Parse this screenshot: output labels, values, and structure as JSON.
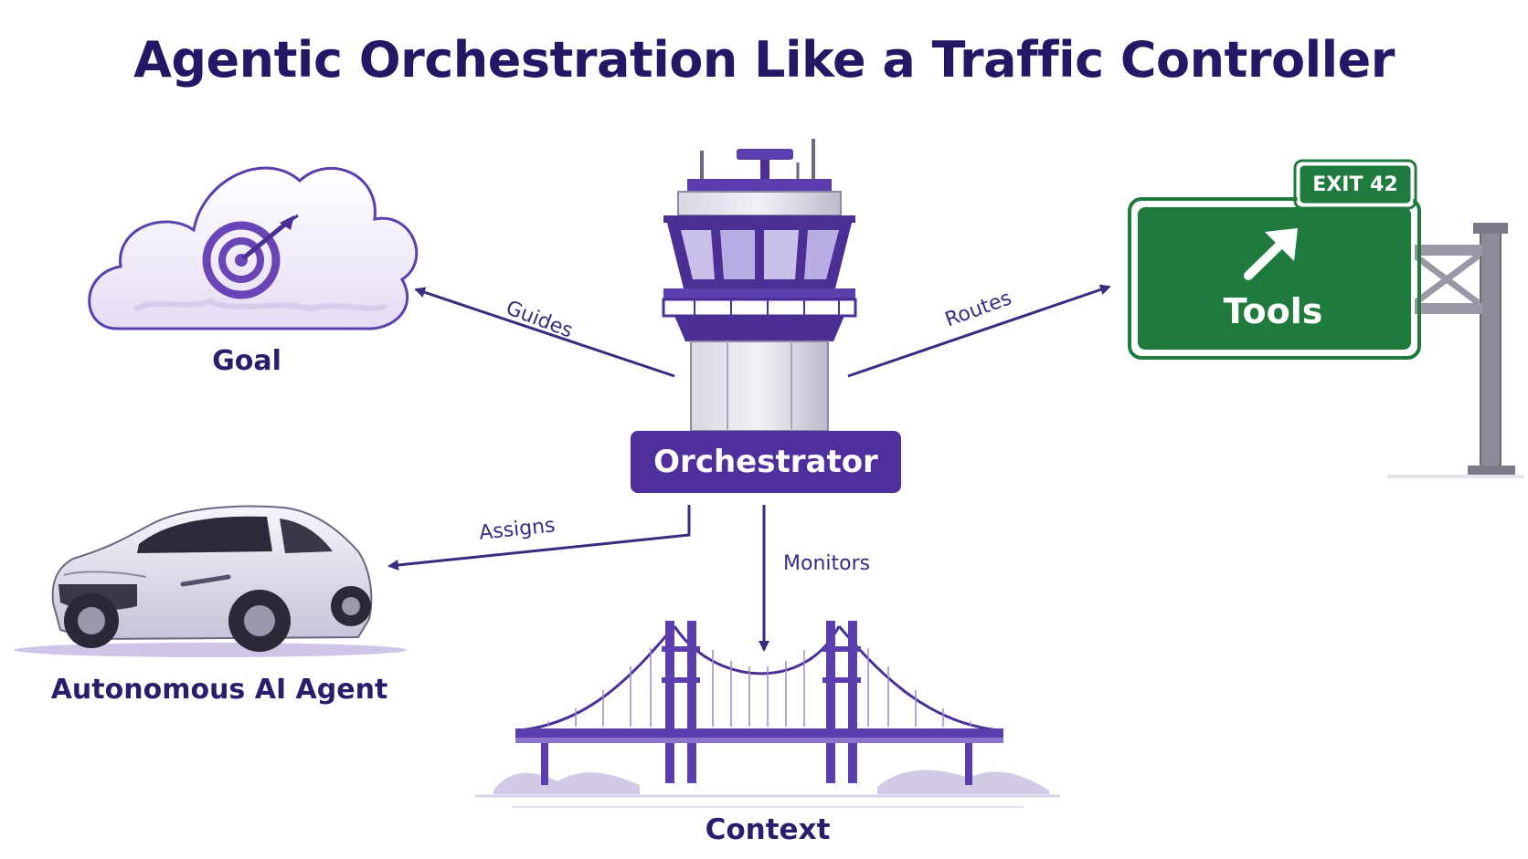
{
  "title": "Agentic Orchestration Like a Traffic Controller",
  "nodes": {
    "orchestrator": "Orchestrator",
    "goal": "Goal",
    "tools": "Tools",
    "exit_sign": "EXIT 42",
    "agent": "Autonomous AI Agent",
    "context": "Context"
  },
  "edges": {
    "guides": "Guides",
    "routes": "Routes",
    "assigns": "Assigns",
    "monitors": "Monitors"
  },
  "colors": {
    "primary": "#4f2f9c",
    "title": "#221866",
    "sign_green": "#1f7a3e"
  },
  "icons": [
    "cloud-icon",
    "target-icon",
    "control-tower-icon",
    "highway-sign-icon",
    "car-icon",
    "bridge-icon"
  ]
}
